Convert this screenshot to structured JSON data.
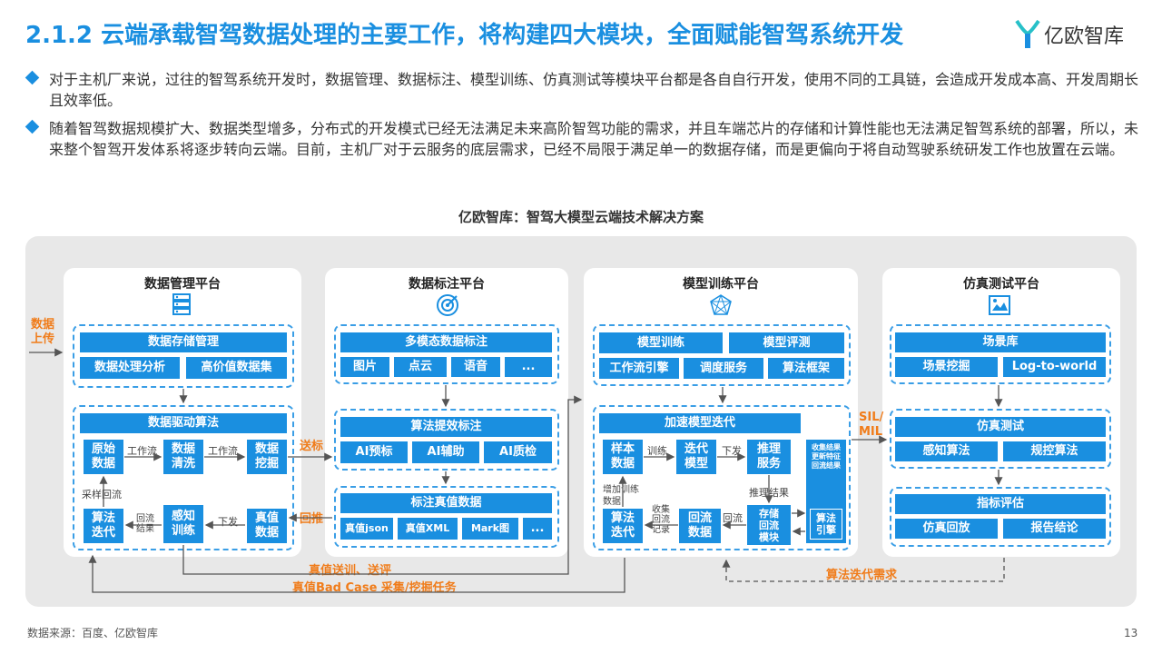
{
  "header": {
    "title": "2.1.2 云端承载智驾数据处理的主要工作，将构建四大模块，全面赋能智驾系统开发",
    "logo_text": "亿欧智库"
  },
  "bullets": [
    "对于主机厂来说，过往的智驾系统开发时，数据管理、数据标注、模型训练、仿真测试等模块平台都是各自自行开发，使用不同的工具链，会造成开发成本高、开发周期长且效率低。",
    "随着智驾数据规模扩大、数据类型增多，分布式的开发模式已经无法满足未来高阶智驾功能的需求，并且车端芯片的存储和计算性能也无法满足智驾系统的部署，所以，未来整个智驾开发体系将逐步转向云端。目前，主机厂对于云服务的底层需求，已经不局限于满足单一的数据存储，而是更偏向于将自动驾驶系统研发工作也放置在云端。"
  ],
  "diagram": {
    "title": "亿欧智库：智驾大模型云端技术解决方案",
    "upload_label": "数据\n上传",
    "data_mgmt": {
      "title": "数据管理平台",
      "storage": "数据存储管理",
      "analysis": "数据处理分析",
      "high_value": "高价值数据集",
      "algo": "数据驱动算法",
      "raw": "原始\n数据",
      "clean": "数据\n清洗",
      "mine": "数据\n挖掘",
      "iter": "算法\n迭代",
      "perceive": "感知\n训练",
      "truth": "真值\n数据",
      "workflow1": "工作流",
      "workflow2": "工作流",
      "sample_back": "采样回流",
      "back_result": "回流\n结果",
      "issue": "下发"
    },
    "annotate": {
      "title": "数据标注平台",
      "multimodal": "多模态数据标注",
      "items": [
        "图片",
        "点云",
        "语音",
        "..."
      ],
      "efficiency": "算法提效标注",
      "ai_items": [
        "AI预标",
        "AI辅助",
        "AI质检"
      ],
      "truth_data": "标注真值数据",
      "truth_items": [
        "真值json",
        "真值XML",
        "Mark图",
        "..."
      ]
    },
    "training": {
      "title": "模型训练平台",
      "train": "模型训练",
      "eval": "模型评测",
      "workflow_engine": "工作流引擎",
      "schedule": "调度服务",
      "framework": "算法框架",
      "accel": "加速模型迭代",
      "sample": "样本\n数据",
      "iter_model": "迭代\n模型",
      "infer": "推理\n服务",
      "algo_iter": "算法\n迭代",
      "backflow": "回流\n数据",
      "store": "存储\n回流\n模块",
      "collect": "收集结果\n更新特征\n回流结果",
      "engine": "算法\n引擎",
      "lbl_train": "训练",
      "lbl_issue": "下发",
      "lbl_infer_result": "推理结果",
      "lbl_add_train": "增加训练\n数据",
      "lbl_collect": "收集\n回流\n记录",
      "lbl_backflow": "回流"
    },
    "sim": {
      "title": "仿真测试平台",
      "scene_lib": "场景库",
      "scene_mine": "场景挖掘",
      "log": "Log-to-world",
      "sim_test": "仿真测试",
      "perc_algo": "感知算法",
      "plan_algo": "规控算法",
      "metric": "指标评估",
      "replay": "仿真回放",
      "report": "报告结论"
    },
    "arrows": {
      "send_label": "送标",
      "push_back": "回推",
      "sil_mil": "SIL/\nMIL",
      "truth_send": "真值送训、送评",
      "badcase": "真值Bad Case 采集/挖掘任务",
      "algo_demand": "算法迭代需求"
    }
  },
  "footer": {
    "source": "数据来源：百度、亿欧智库",
    "page": "13"
  },
  "colors": {
    "accent": "#1a8fe0",
    "orange": "#f07c1a"
  }
}
